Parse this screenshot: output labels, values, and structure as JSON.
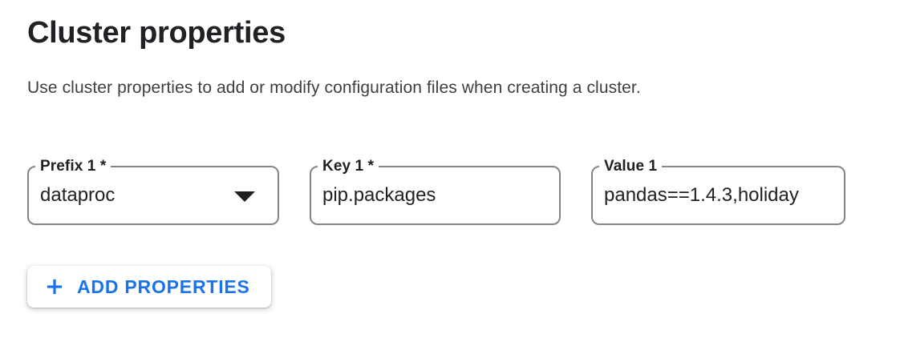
{
  "page": {
    "title": "Cluster properties",
    "description": "Use cluster properties to add or modify configuration files when creating a cluster."
  },
  "colors": {
    "accent_blue": "#1a73e8",
    "text_primary": "#202124",
    "text_secondary": "#3c4043",
    "field_border": "#80868b",
    "background": "#ffffff"
  },
  "fields": [
    {
      "label": "Prefix 1 *",
      "value": "dataproc",
      "type": "select",
      "icon": "dropdown-arrow-icon"
    },
    {
      "label": "Key 1 *",
      "value": "pip.packages",
      "type": "text"
    },
    {
      "label": "Value 1",
      "value": "pandas==1.4.3,holiday",
      "type": "text"
    }
  ],
  "actions": {
    "add_properties": {
      "label": "ADD PROPERTIES",
      "icon": "plus-icon"
    }
  }
}
